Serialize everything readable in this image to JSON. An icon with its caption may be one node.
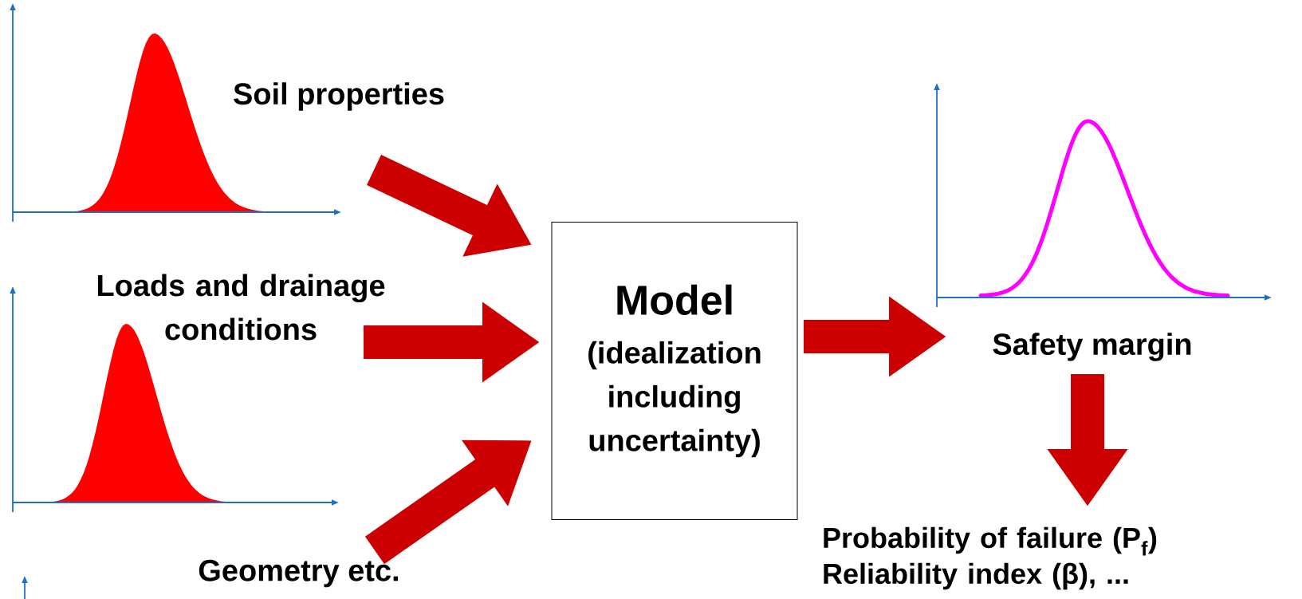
{
  "diagram": {
    "nodes": [
      {
        "text": [
          "Soil properties"
        ]
      },
      {
        "text": [
          "Loads and drainage conditions"
        ]
      },
      {
        "text": [
          "Geometry etc."
        ]
      },
      {
        "text": [
          "Model",
          "(idealization including uncertainty)"
        ]
      },
      {
        "text": [
          "Safety margin"
        ]
      },
      {
        "text": [
          "Probability of failure (P$_{f}$) Reliability index (β), ..."
        ]
      }
    ],
    "edges": [
      {
        "from": 0,
        "to": 3,
        "arrow": "to"
      },
      {
        "from": 1,
        "to": 3,
        "arrow": "to"
      },
      {
        "from": 2,
        "to": 3,
        "arrow": "to"
      },
      {
        "from": 3,
        "to": 4,
        "arrow": "to"
      },
      {
        "from": 4,
        "to": 5,
        "arrow": "to"
      }
    ]
  }
}
